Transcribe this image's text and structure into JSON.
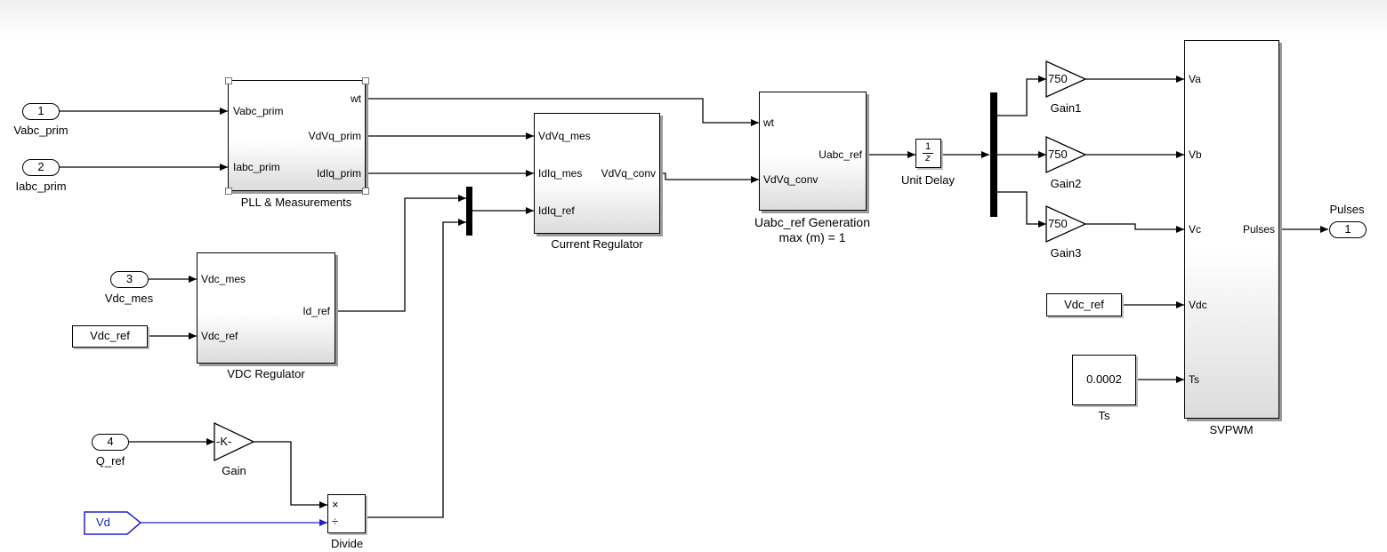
{
  "inports": {
    "vabc_prim": {
      "num": "1",
      "label": "Vabc_prim"
    },
    "iabc_prim": {
      "num": "2",
      "label": "Iabc_prim"
    },
    "vdc_mes": {
      "num": "3",
      "label": "Vdc_mes"
    },
    "q_ref": {
      "num": "4",
      "label": "Q_ref"
    }
  },
  "outport": {
    "num": "1",
    "label": "Pulses"
  },
  "pll": {
    "name": "PLL & Measurements",
    "in": [
      "Vabc_prim",
      "Iabc_prim"
    ],
    "out": [
      "wt",
      "VdVq_prim",
      "IdIq_prim"
    ]
  },
  "current_reg": {
    "name": "Current Regulator",
    "in": [
      "VdVq_mes",
      "IdIq_mes",
      "IdIq_ref"
    ],
    "out": "VdVq_conv"
  },
  "vdc_reg": {
    "name": "VDC Regulator",
    "in": [
      "Vdc_mes",
      "Vdc_ref"
    ],
    "out": "Id_ref"
  },
  "uabc_gen": {
    "name_line1": "Uabc_ref Generation",
    "name_line2": "max (m) = 1",
    "in": [
      "wt",
      "VdVq_conv"
    ],
    "out": "Uabc_ref"
  },
  "unit_delay": {
    "num": "1",
    "den": "z",
    "name": "Unit Delay"
  },
  "gains": [
    {
      "value": "750",
      "name": "Gain1"
    },
    {
      "value": "750",
      "name": "Gain2"
    },
    {
      "value": "750",
      "name": "Gain3"
    }
  ],
  "gain_k": {
    "value": "-K-",
    "name": "Gain"
  },
  "svpwm": {
    "name": "SVPWM",
    "in": [
      "Va",
      "Vb",
      "Vc",
      "Vdc",
      "Ts"
    ],
    "out": "Pulses"
  },
  "vdc_ref_tags": [
    "Vdc_ref",
    "Vdc_ref"
  ],
  "ts_const": {
    "value": "0.0002",
    "name": "Ts"
  },
  "divide": {
    "mul": "×",
    "div": "÷",
    "name": "Divide"
  },
  "vd_tag": "Vd",
  "colors": {
    "wire": "#000000",
    "vd_wire": "#2020d0",
    "block_shadow": "#9a9a9a"
  }
}
